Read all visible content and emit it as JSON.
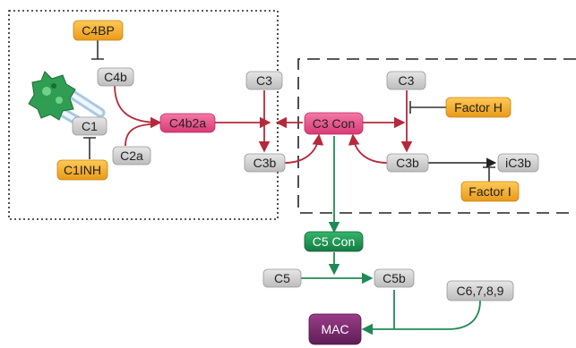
{
  "diagram": {
    "nodes": {
      "c4bp": "C4BP",
      "c4b": "C4b",
      "c1": "C1",
      "c1inh": "C1INH",
      "c2a": "C2a",
      "c4b2a": "C4b2a",
      "c3_left": "C3",
      "c3b_left": "C3b",
      "c3_con": "C3 Con",
      "c3_right": "C3",
      "factor_h": "Factor H",
      "c3b_right": "C3b",
      "ic3b": "iC3b",
      "factor_i": "Factor I",
      "c5_con": "C5 Con",
      "c5": "C5",
      "c5b": "C5b",
      "c6789": "C6,7,8,9",
      "mac": "MAC"
    },
    "colors": {
      "gray_node": "#d4d4d4",
      "orange_node": "#f5b030",
      "pink_node": "#e8508a",
      "green_node": "#1f9a55",
      "purple_node": "#7a2a6e",
      "red_arrow": "#b52a3a",
      "green_arrow": "#1e8a55",
      "inhibit_line": "#333333"
    }
  }
}
